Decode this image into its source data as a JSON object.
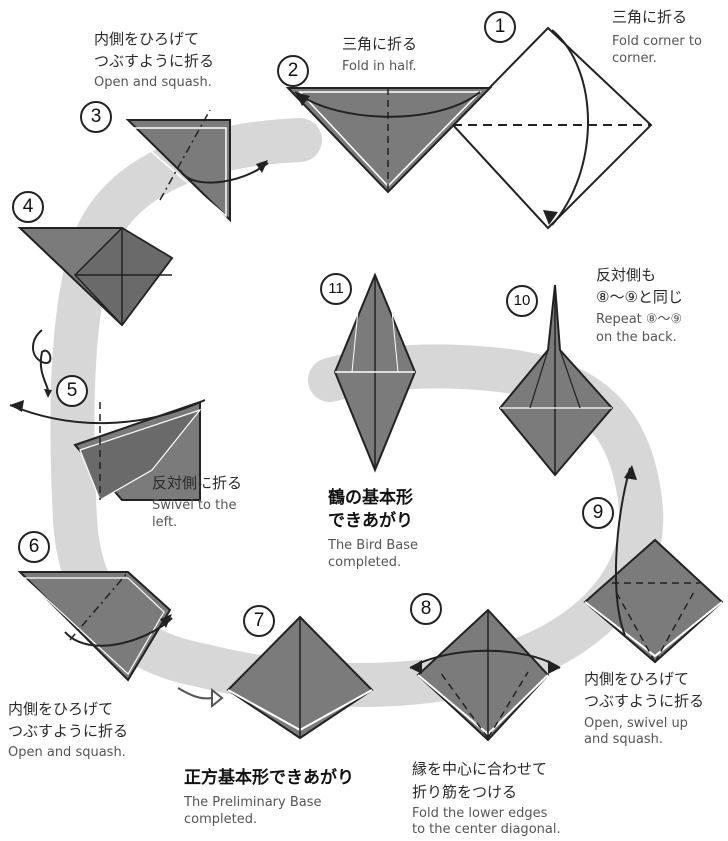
{
  "steps": [
    {
      "num": "1",
      "jp": "三角に折る",
      "en1": "Fold corner to",
      "en2": "corner."
    },
    {
      "num": "2",
      "jp": "三角に折る",
      "en1": "Fold in half."
    },
    {
      "num": "3",
      "jp1": "内側をひろげて",
      "jp2": "つぶすように折る",
      "en1": "Open and squash."
    },
    {
      "num": "4"
    },
    {
      "num": "5",
      "jp": "反対側に折る",
      "en1": "Swivel to the",
      "en2": "left."
    },
    {
      "num": "6",
      "jp1": "内側をひろげて",
      "jp2": "つぶすように折る",
      "en1": "Open and squash."
    },
    {
      "num": "7",
      "jp": "正方基本形できあがり",
      "en1": "The Preliminary Base",
      "en2": "completed."
    },
    {
      "num": "8",
      "jp1": "縁を中心に合わせて",
      "jp2": "折り筋をつける",
      "en1": "Fold the lower edges",
      "en2": "to the center diagonal."
    },
    {
      "num": "9",
      "jp1": "内側をひろげて",
      "jp2": "つぶすように折る",
      "en1": "Open, swivel up",
      "en2": "and squash."
    },
    {
      "num": "10",
      "jp1": "反対側も",
      "jp2": "⑧〜⑨と同じ",
      "en1": "Repeat ⑧〜⑨",
      "en2": "on the back."
    },
    {
      "num": "11",
      "jp1": "鶴の基本形",
      "jp2": "できあがり",
      "en1": "The Bird Base",
      "en2": "completed."
    }
  ],
  "colors": {
    "paper": "#7b7b7b",
    "paper_dark": "#5f5f5f",
    "paper_light": "#9a9a9a",
    "loop": "#d7d7d7",
    "line": "#222222"
  }
}
